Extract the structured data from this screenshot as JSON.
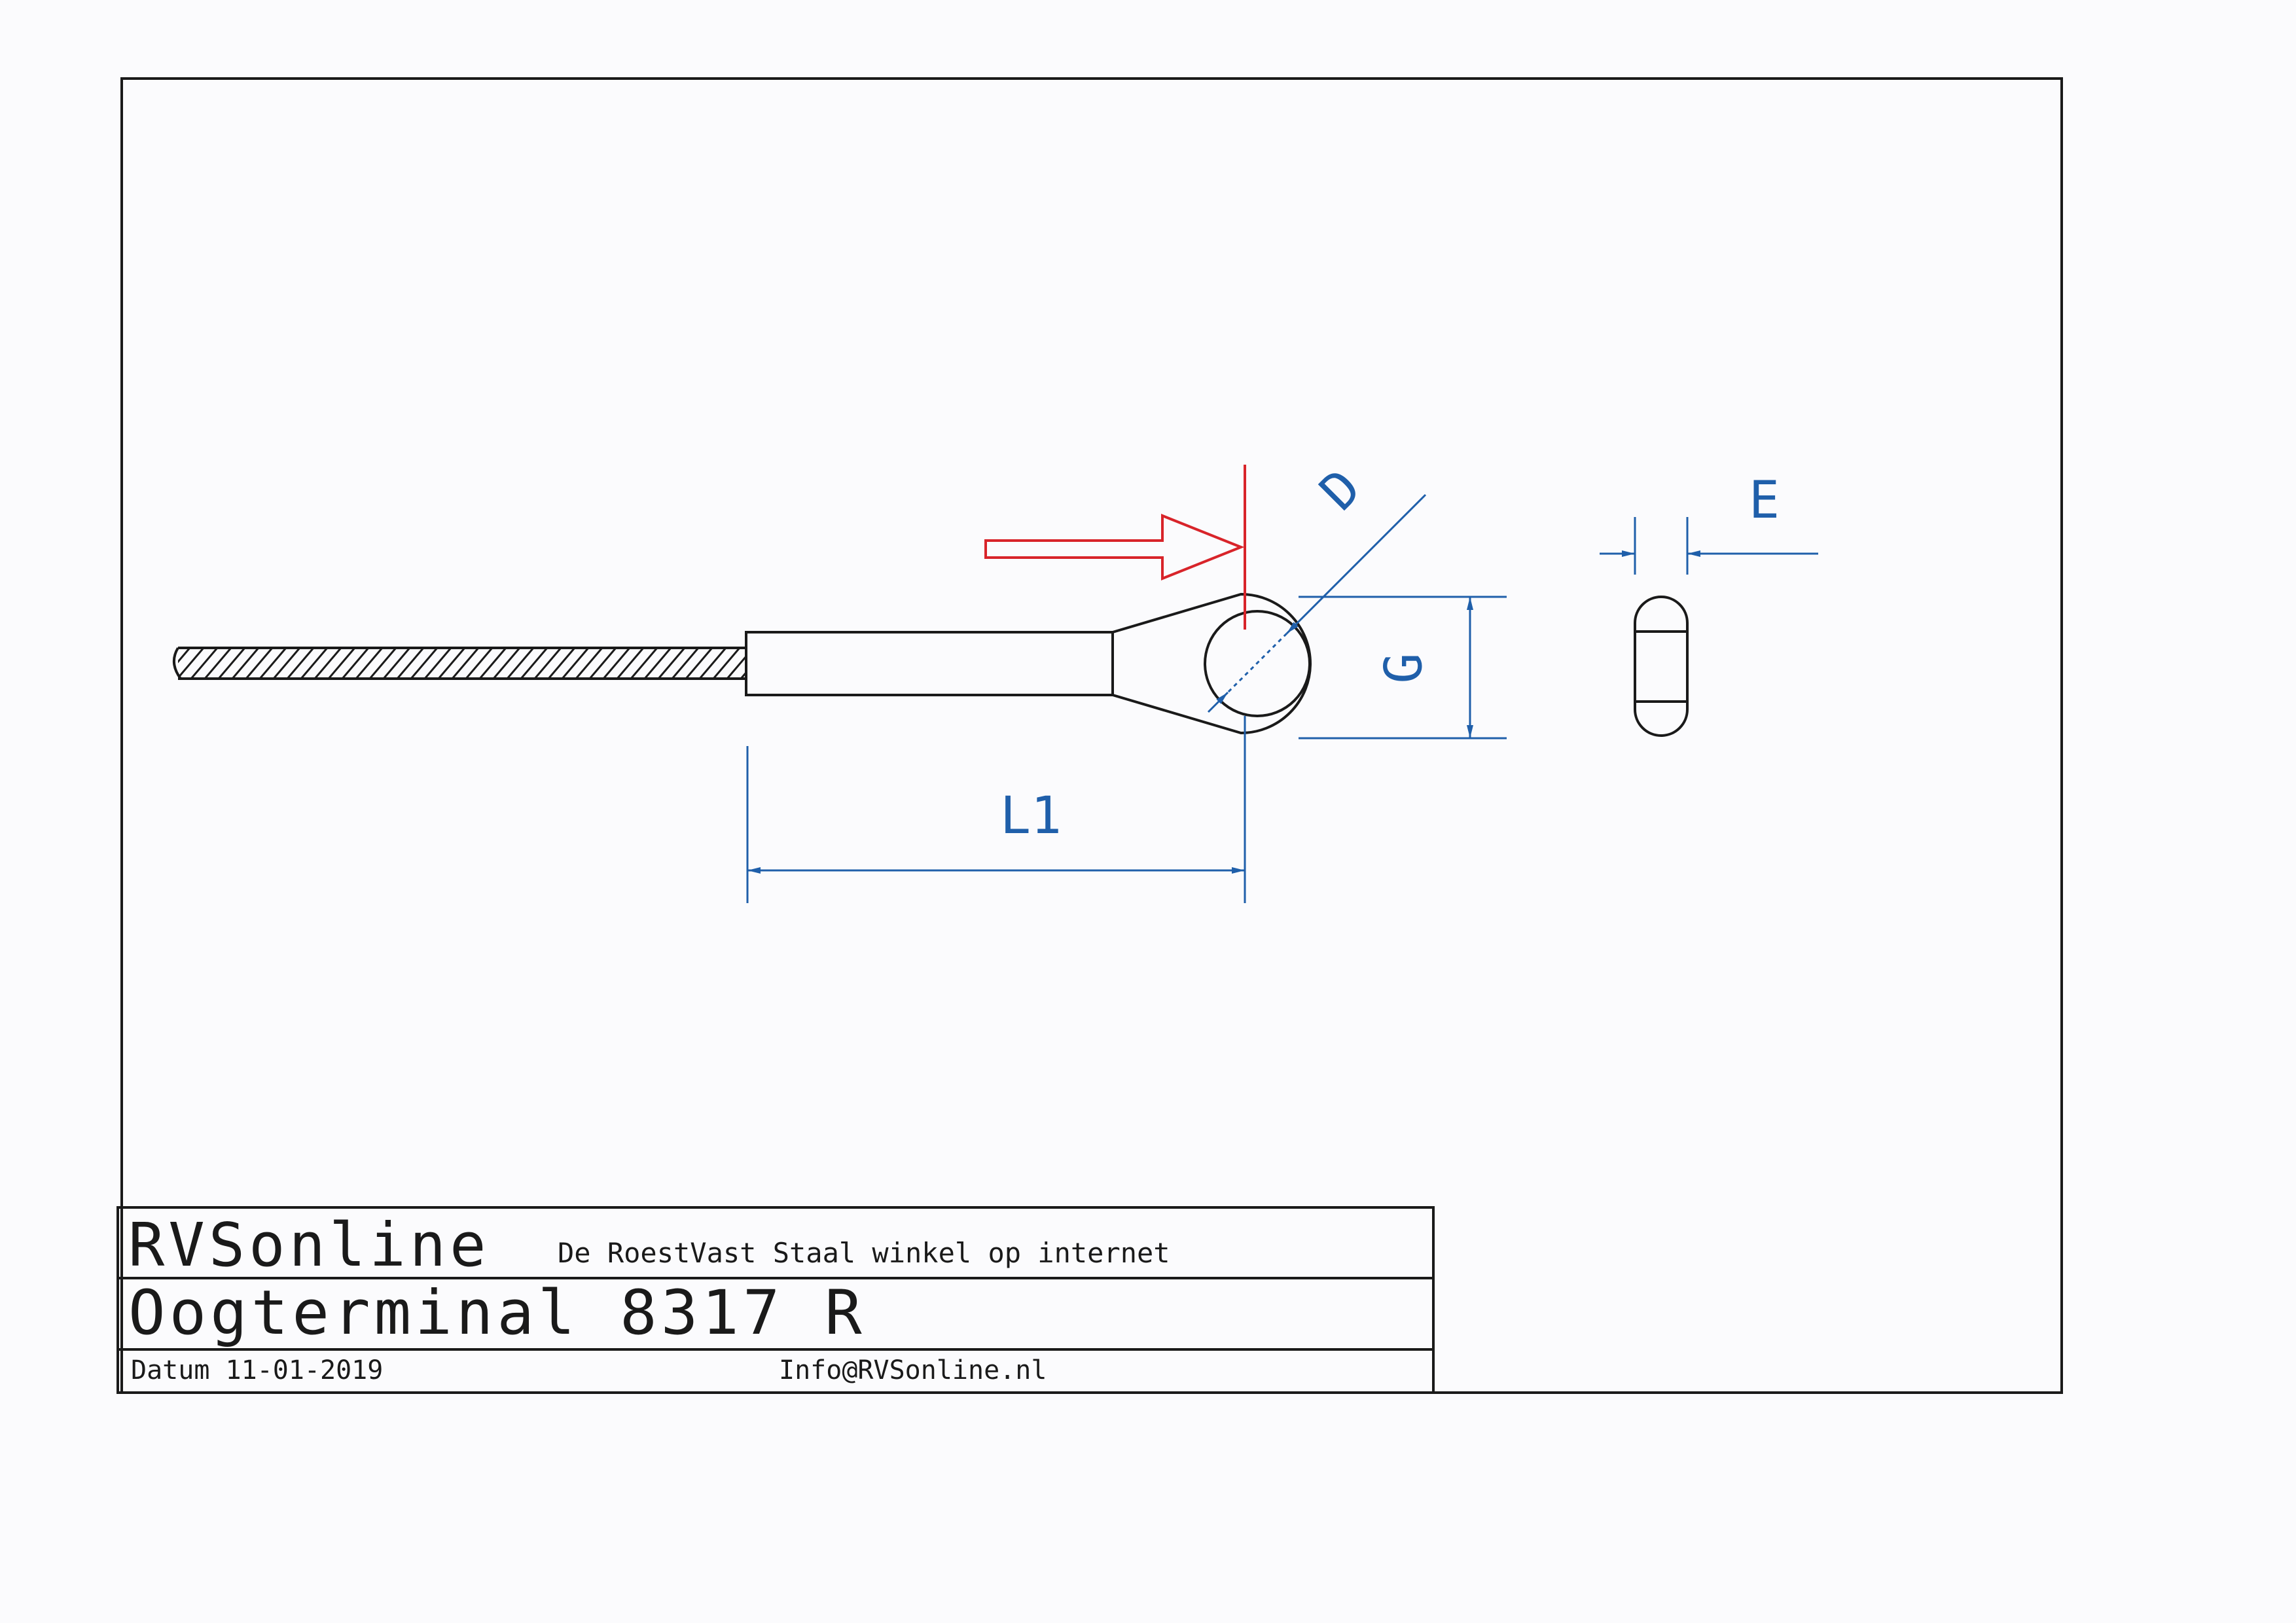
{
  "colors": {
    "line": "#1a1a1a",
    "dimension": "#1f5faa",
    "highlight": "#d8242a",
    "paper": "#fbfbfd"
  },
  "title_block": {
    "brand": "RVSonline",
    "slogan": "De RoestVast Staal winkel op internet",
    "product": "Oogterminal 8317 R",
    "date": "Datum 11-01-2019",
    "email": "Info@RVSonline.nl"
  },
  "dimensions": {
    "length": "L1",
    "hole": "D",
    "thickness": "E",
    "eye_height": "G"
  },
  "icons": {
    "pointer": "red-arrow-icon"
  }
}
